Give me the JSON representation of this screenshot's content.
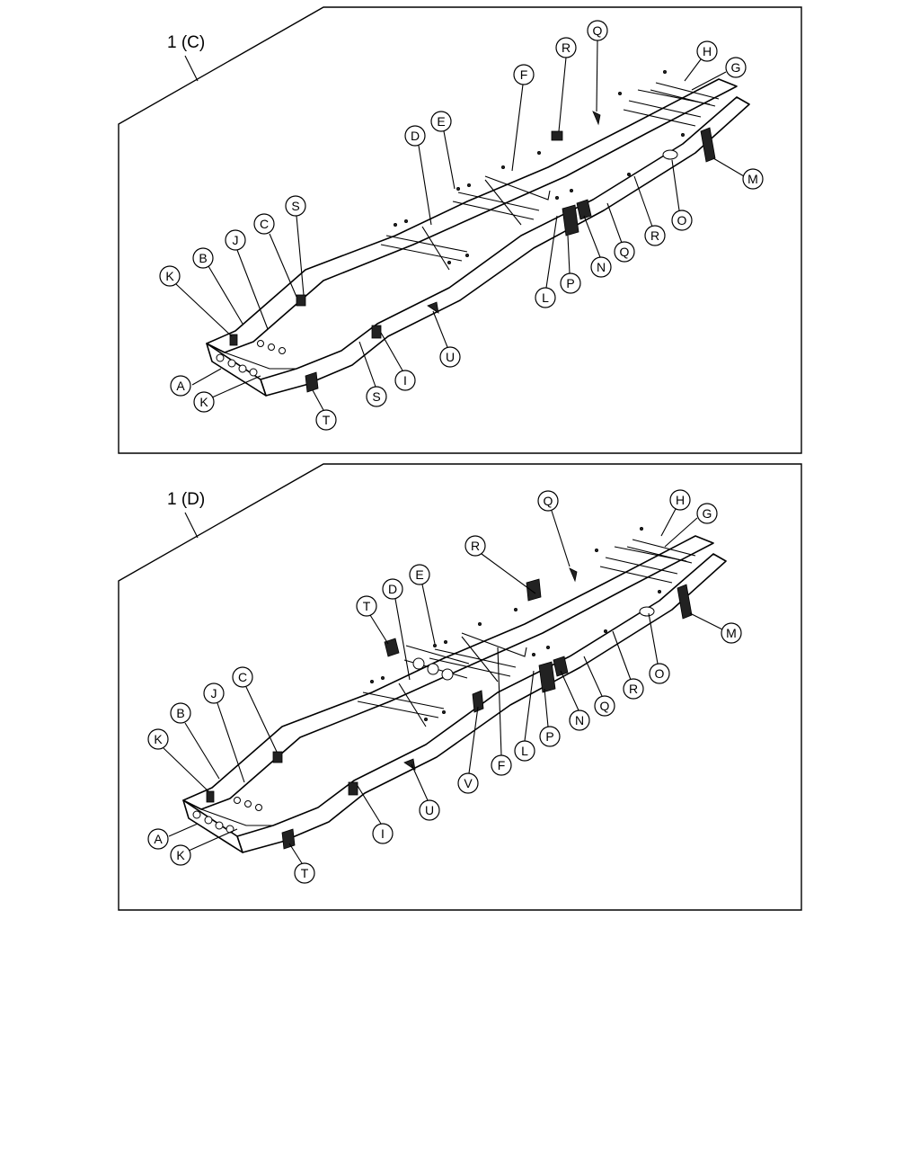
{
  "panels": [
    {
      "id": "c",
      "title": "1 (C)",
      "callouts": [
        "A",
        "B",
        "C",
        "D",
        "E",
        "F",
        "G",
        "H",
        "I",
        "J",
        "K",
        "K",
        "L",
        "M",
        "N",
        "O",
        "P",
        "Q",
        "Q",
        "R",
        "R",
        "S",
        "S",
        "T",
        "U"
      ]
    },
    {
      "id": "d",
      "title": "1 (D)",
      "callouts": [
        "A",
        "B",
        "C",
        "D",
        "E",
        "F",
        "G",
        "H",
        "I",
        "J",
        "K",
        "K",
        "L",
        "M",
        "N",
        "O",
        "P",
        "Q",
        "Q",
        "R",
        "R",
        "T",
        "T",
        "U",
        "V"
      ]
    }
  ]
}
